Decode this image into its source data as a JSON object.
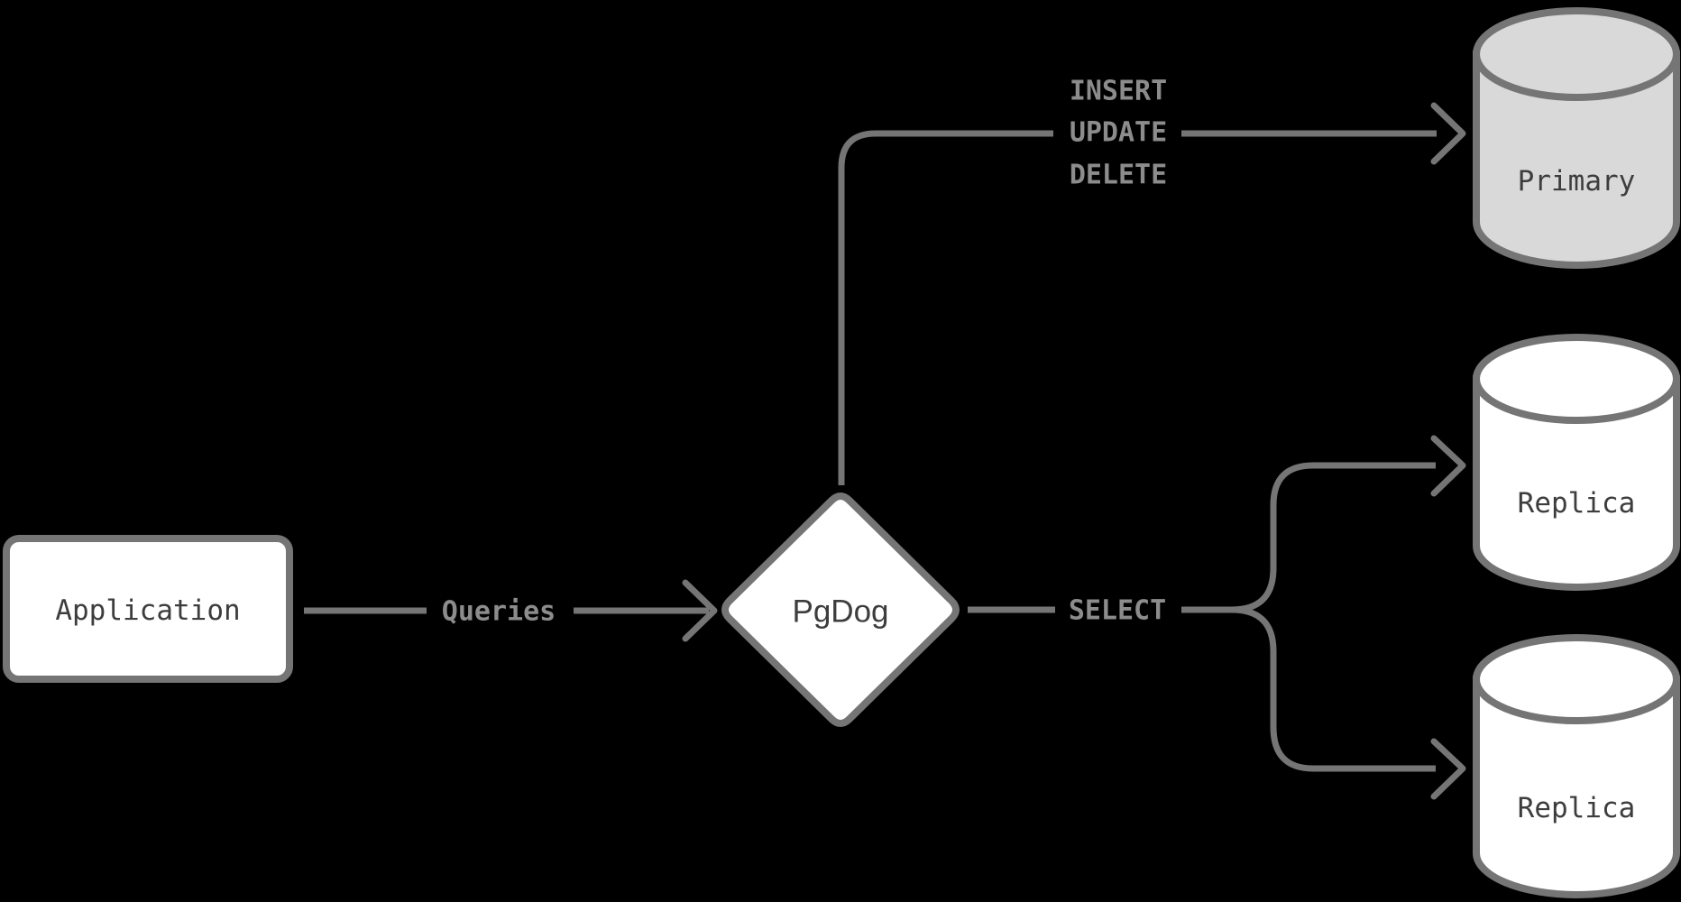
{
  "colors": {
    "background": "#000000",
    "stroke": "#757575",
    "node_fill": "#ffffff",
    "primary_fill": "#d9d9d9",
    "node_label": "#3d3d3d",
    "edge_label": "#8c8c8c"
  },
  "nodes": {
    "application": {
      "label": "Application",
      "shape": "rectangle"
    },
    "pgdog": {
      "label": "PgDog",
      "shape": "diamond"
    },
    "primary": {
      "label": "Primary",
      "shape": "database-cylinder"
    },
    "replica_top": {
      "label": "Replica",
      "shape": "database-cylinder"
    },
    "replica_bottom": {
      "label": "Replica",
      "shape": "database-cylinder"
    }
  },
  "edges": {
    "queries": {
      "from": "application",
      "to": "pgdog",
      "label": "Queries"
    },
    "writes": {
      "from": "pgdog",
      "to": "primary",
      "lines": [
        "INSERT",
        "UPDATE",
        "DELETE"
      ]
    },
    "select": {
      "from": "pgdog",
      "to": "replicas",
      "label": "SELECT"
    }
  }
}
